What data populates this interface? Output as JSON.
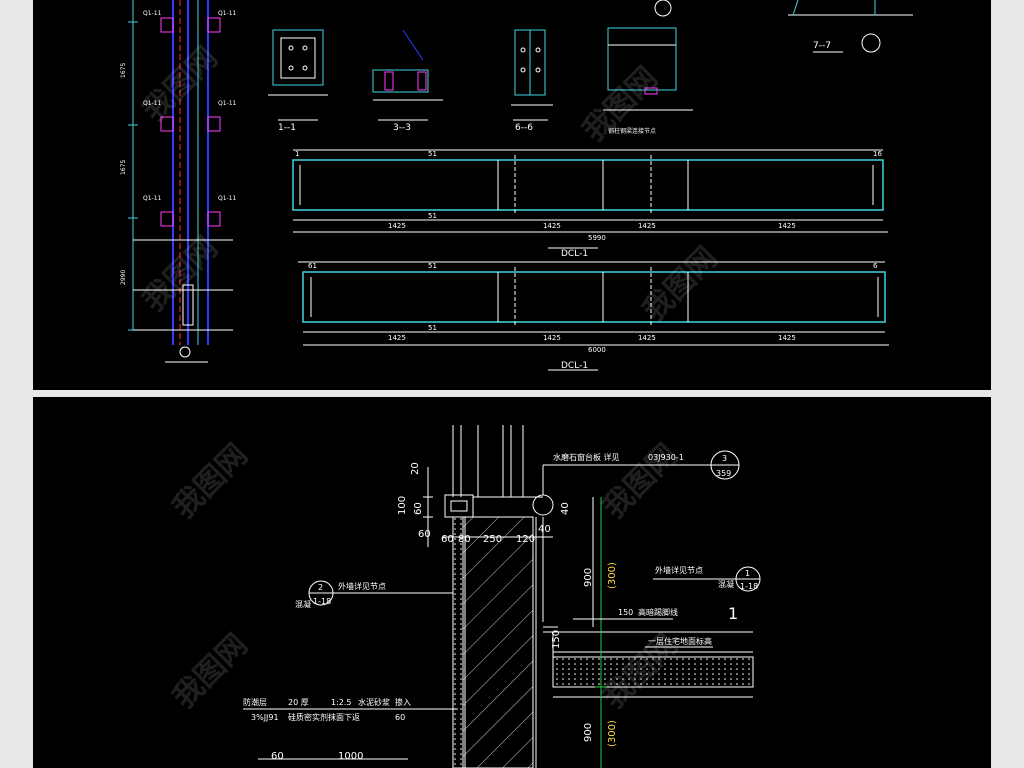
{
  "colors": {
    "background": "#000000",
    "frame": "#e9e9e9",
    "cyan": "#3fd4e0",
    "white": "#ffffff",
    "green": "#1fcf3a",
    "magenta": "#ff3cff",
    "red": "#ff2a2a",
    "blue": "#2f3cff"
  },
  "top": {
    "column_labels": [
      "Q1-11",
      "Q1-11",
      "Q1-11",
      "Q1-11",
      "Q1-11",
      "Q1-11"
    ],
    "column_dims": [
      "1675",
      "1675",
      "2990"
    ],
    "section_labels": [
      "1--1",
      "3--3",
      "6--6",
      "7--7"
    ],
    "section_note": "钢柱钢梁连接节点",
    "beam1": {
      "name": "DCL-1",
      "total": "5990",
      "top_label": "51",
      "bottom_label": "51",
      "end_left": "1",
      "end_right": "16",
      "segments": [
        "1425",
        "1425",
        "1425",
        "1425"
      ]
    },
    "beam2": {
      "name": "DCL-1",
      "total": "6000",
      "top_label": "51",
      "bottom_label": "51",
      "end_left": "61",
      "end_right": "6",
      "segments": [
        "1425",
        "1425",
        "1425",
        "1425"
      ]
    }
  },
  "bottom": {
    "dims_left": [
      "20",
      "100",
      "60",
      "60"
    ],
    "dims_top": [
      "60",
      "80",
      "250",
      "120",
      "40",
      "40"
    ],
    "dims_right_900_a": "900",
    "dims_right_300_a": "(300)",
    "dims_right_900_b": "900",
    "dims_right_300_b": "(300)",
    "dim_150_v": "150",
    "dim_1000": "1000",
    "dim_60_bottom": "60",
    "callout_top": {
      "text": "水磨石窗台板 详见",
      "ref": "03J930-1",
      "num": "3",
      "page": "359"
    },
    "callout_right": {
      "text": "外墙详见节点",
      "sub": "混凝",
      "num": "1",
      "page": "1-18"
    },
    "callout_left": {
      "text": "外墙详见节点",
      "sub": "混凝",
      "num": "2",
      "page": "1-18"
    },
    "note_150": "150",
    "note_floor": "高暗踢脚线",
    "note_ground": "一层住宅地面标高",
    "note_1": "1",
    "waterproof": {
      "label": "防潮层",
      "thick": "20 厚",
      "mix": "1:2.5",
      "mat": "水泥砂浆",
      "add": "掺入",
      "pct": "3%JJ91",
      "rest": "硅质密实剂抹面下返",
      "depth": "60"
    }
  },
  "watermark": "我图网"
}
